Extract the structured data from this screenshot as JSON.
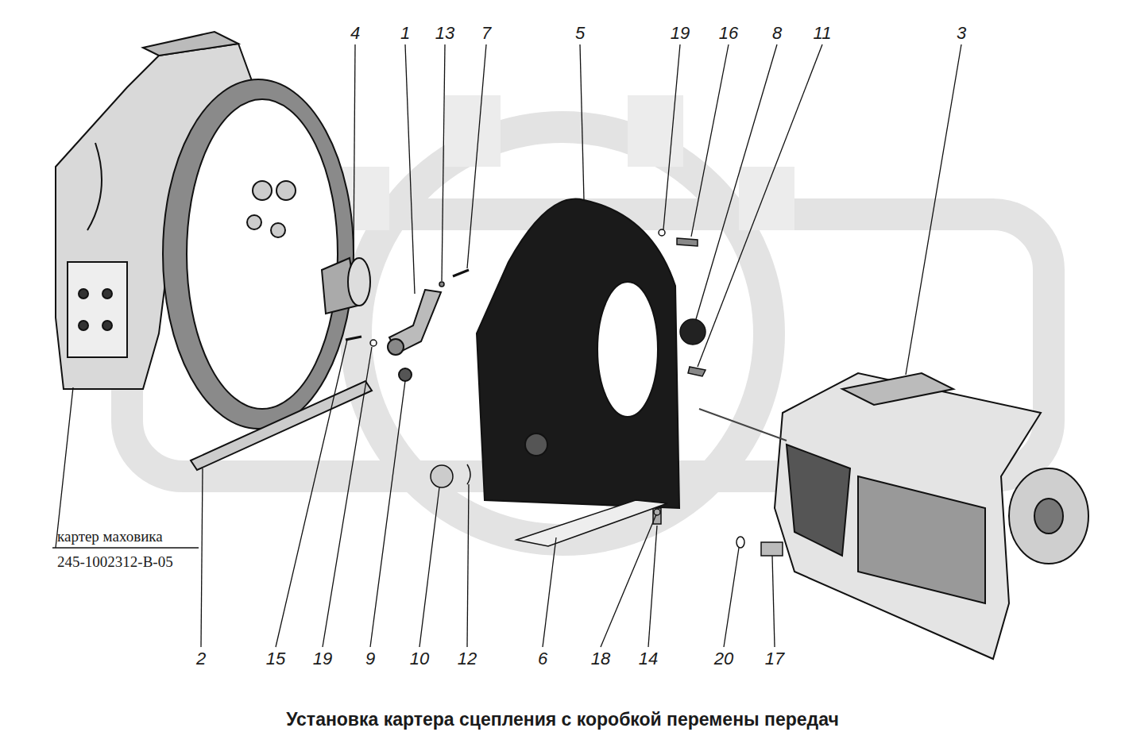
{
  "diagram": {
    "caption": "Установка картера сцепления с коробкой перемены передач",
    "labels": [
      "4",
      "1",
      "13",
      "7",
      "5",
      "19",
      "16",
      "8",
      "11",
      "3",
      "картер маховика",
      "245-1002312-В-05",
      "2",
      "15",
      "19",
      "9",
      "10",
      "12",
      "6",
      "18",
      "14",
      "20",
      "17"
    ]
  }
}
